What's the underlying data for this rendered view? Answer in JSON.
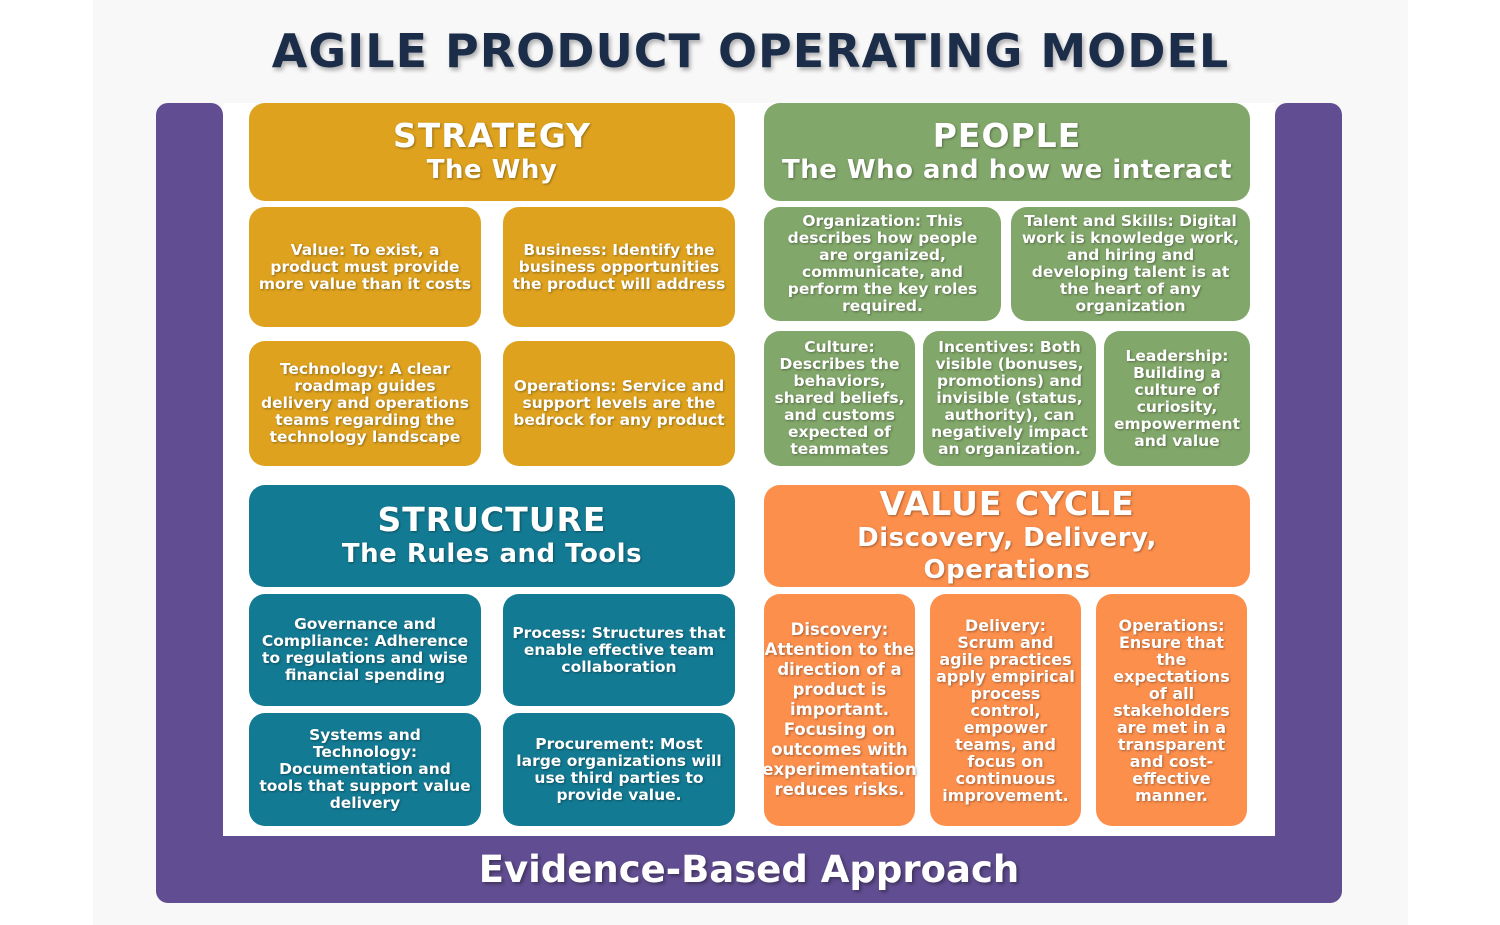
{
  "title": "AGILE PRODUCT OPERATING MODEL",
  "footer": "Evidence-Based Approach",
  "colors": {
    "frame": "#614d91",
    "strategy": "#dea21e",
    "people": "#82a76a",
    "structure": "#137a93",
    "value_cycle": "#fd8f4c",
    "title": "#1b2d48"
  },
  "strategy": {
    "title": "STRATEGY",
    "subtitle": "The Why",
    "cards": [
      "Value: To exist, a product must provide more value than it costs",
      "Business: Identify the business opportunities the product will address",
      "Technology: A clear roadmap guides delivery and operations teams regarding the technology landscape",
      "Operations: Service and support levels are the bedrock for any product"
    ]
  },
  "people": {
    "title": "PEOPLE",
    "subtitle": "The Who and how we interact",
    "cards": [
      "Organization: This describes how people are organized, communicate, and perform the key roles required.",
      "Talent and Skills: Digital work is knowledge work, and hiring and developing talent is at the heart of any organization",
      "Culture: Describes the behaviors, shared beliefs, and customs expected of teammates",
      "Incentives: Both visible (bonuses, promotions) and invisible (status, authority), can negatively impact an organization.",
      "Leadership: Building a culture of curiosity, empowerment and value"
    ]
  },
  "structure": {
    "title": "STRUCTURE",
    "subtitle": "The Rules and Tools",
    "cards": [
      "Governance and Compliance: Adherence to regulations and wise financial spending",
      "Process: Structures that enable effective team collaboration",
      "Systems and Technology: Documentation and tools that support value delivery",
      "Procurement: Most large organizations will use third parties to provide value."
    ]
  },
  "value_cycle": {
    "title": "VALUE CYCLE",
    "subtitle": "Discovery, Delivery, Operations",
    "cards": [
      "Discovery: Attention to the direction of a product is important. Focusing on outcomes with experimentation reduces risks.",
      "Delivery: Scrum and agile practices apply empirical process control, empower teams, and focus on continuous improvement.",
      "Operations: Ensure that the expectations of all stakeholders are met in a transparent and cost-effective manner."
    ]
  }
}
